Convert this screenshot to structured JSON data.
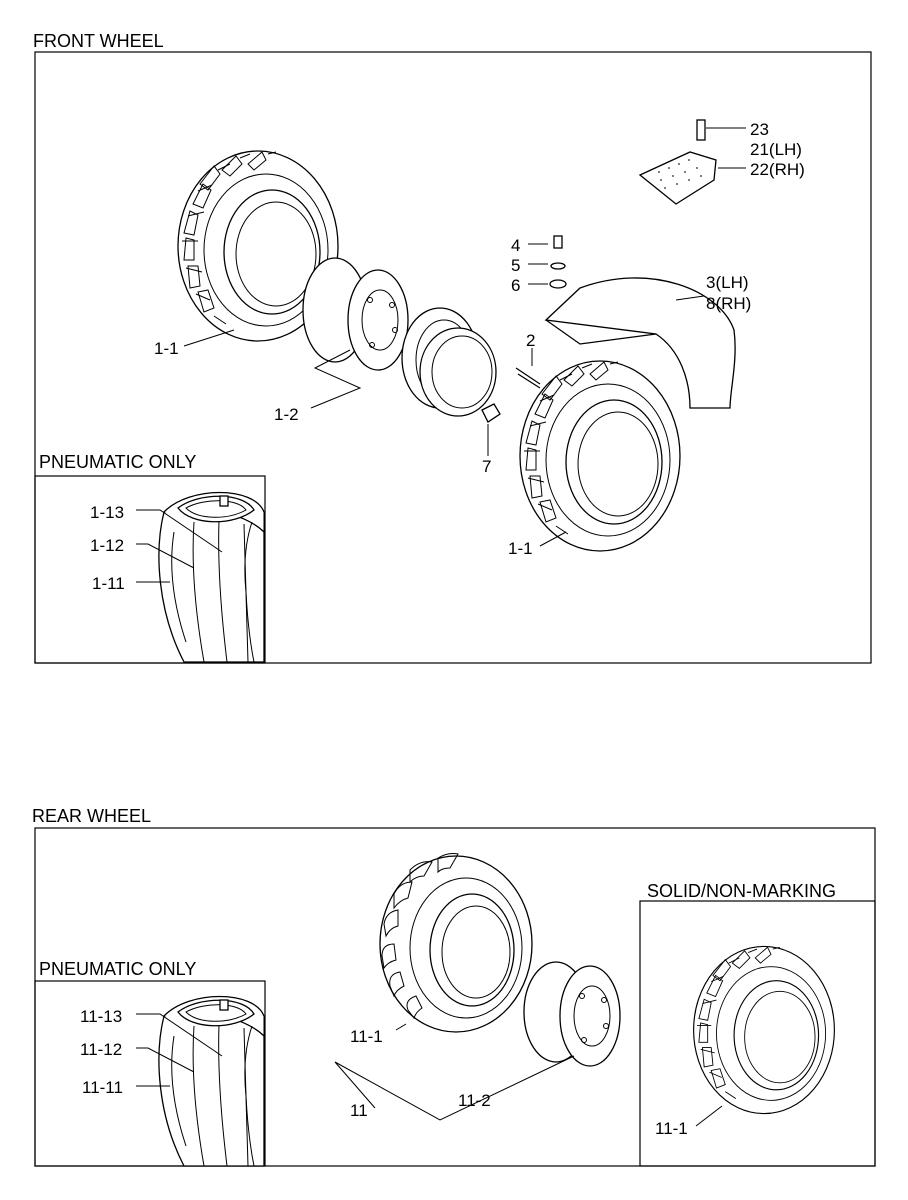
{
  "sections": {
    "front": {
      "title": "FRONT WHEEL",
      "inset_title": "PNEUMATIC ONLY",
      "callouts": {
        "tire_upper": "1-1",
        "wheel_assy": "1-2",
        "tire_lower": "1-1",
        "stud": "2",
        "nut": "7",
        "bolt": "4",
        "washer1": "5",
        "washer2": "6",
        "fender_lh": "3(LH)",
        "fender_rh": "8(RH)",
        "step_bolt": "23",
        "step_lh": "21(LH)",
        "step_rh": "22(RH)",
        "valve": "1-13",
        "flap": "1-12",
        "tube": "1-11"
      }
    },
    "rear": {
      "title": "REAR WHEEL",
      "inset_title": "PNEUMATIC ONLY",
      "solid_title": "SOLID/NON-MARKING",
      "callouts": {
        "tire": "11-1",
        "assy": "11",
        "rim": "11-2",
        "solid_tire": "11-1",
        "valve": "11-13",
        "flap": "11-12",
        "tube": "11-11"
      }
    }
  }
}
